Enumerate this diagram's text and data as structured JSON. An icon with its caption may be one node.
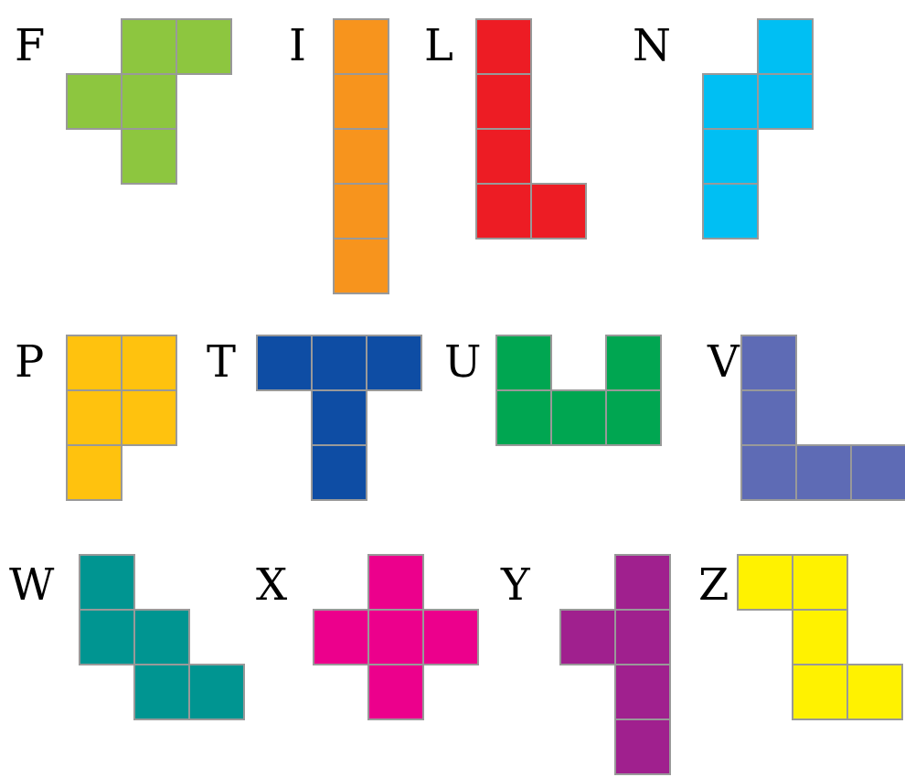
{
  "diagram": {
    "nodes": [
      {
        "text": [
          "F"
        ]
      },
      {
        "text": [
          "I"
        ]
      },
      {
        "text": [
          "L"
        ]
      },
      {
        "text": [
          "N"
        ]
      },
      {
        "text": [
          "P"
        ]
      },
      {
        "text": [
          "T"
        ]
      },
      {
        "text": [
          "U"
        ]
      },
      {
        "text": [
          "V"
        ]
      },
      {
        "text": [
          "W"
        ]
      },
      {
        "text": [
          "X"
        ]
      },
      {
        "text": [
          "Y"
        ]
      },
      {
        "text": [
          "Z"
        ]
      }
    ]
  }
}
